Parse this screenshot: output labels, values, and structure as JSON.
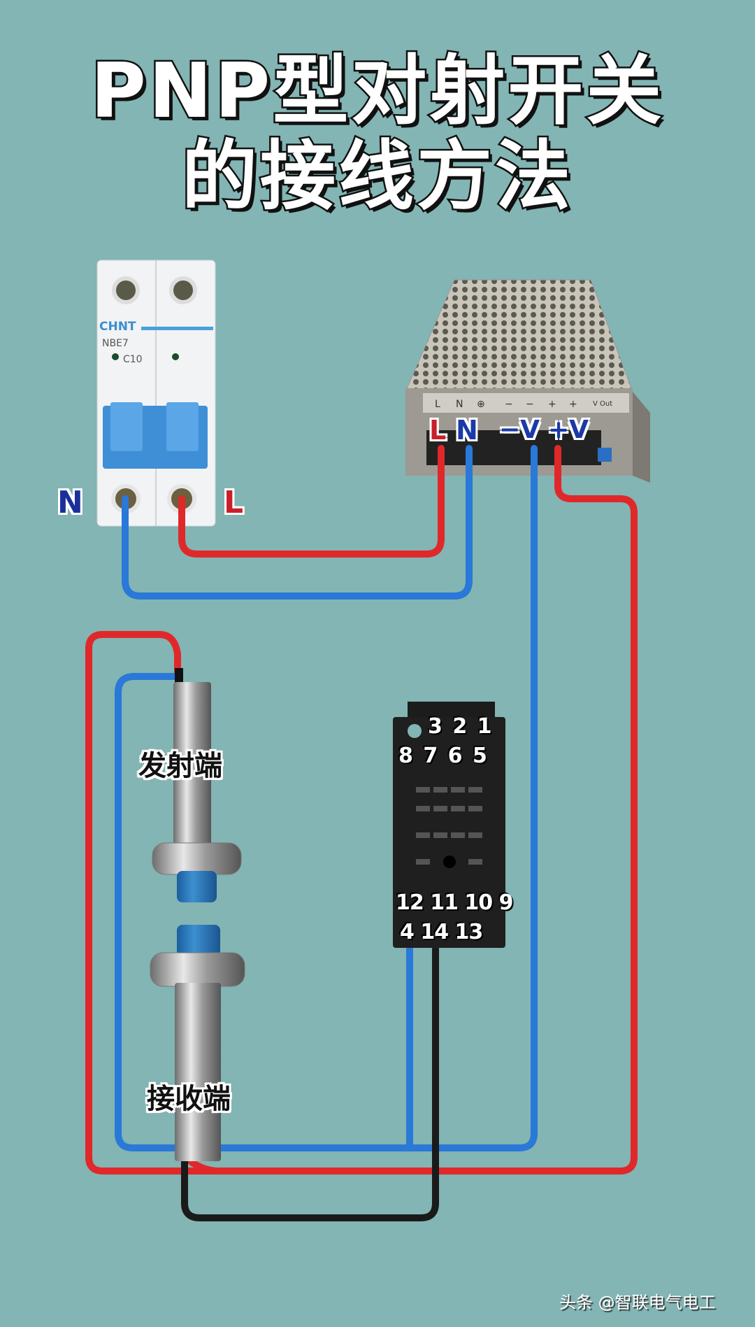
{
  "title": {
    "line1": "PNP型对射开关",
    "line2": "的接线方法"
  },
  "breaker": {
    "brand": "CHNT",
    "model": "NBE7",
    "rating": "C10",
    "label_n": "N",
    "label_l": "L"
  },
  "power_supply": {
    "panel_marks": [
      "L",
      "N",
      "⊕",
      "−",
      "−",
      "+",
      "+",
      "V Out"
    ],
    "terminal_l": "L",
    "terminal_n": "N",
    "terminal_minus_v": "−V",
    "terminal_plus_v": "+V"
  },
  "sensors": {
    "emitter_label": "发射端",
    "receiver_label": "接收端"
  },
  "relay_base": {
    "row1": "3 2 1",
    "row2": "8 7 6 5",
    "row3": "12 11 10 9",
    "row4": "4 14 13"
  },
  "colors": {
    "background": "#82b5b3",
    "live_wire": "#e0282a",
    "neutral_wire": "#2a78d8",
    "signal_wire": "#1a1a1a"
  },
  "watermark": "头条 @智联电气电工"
}
